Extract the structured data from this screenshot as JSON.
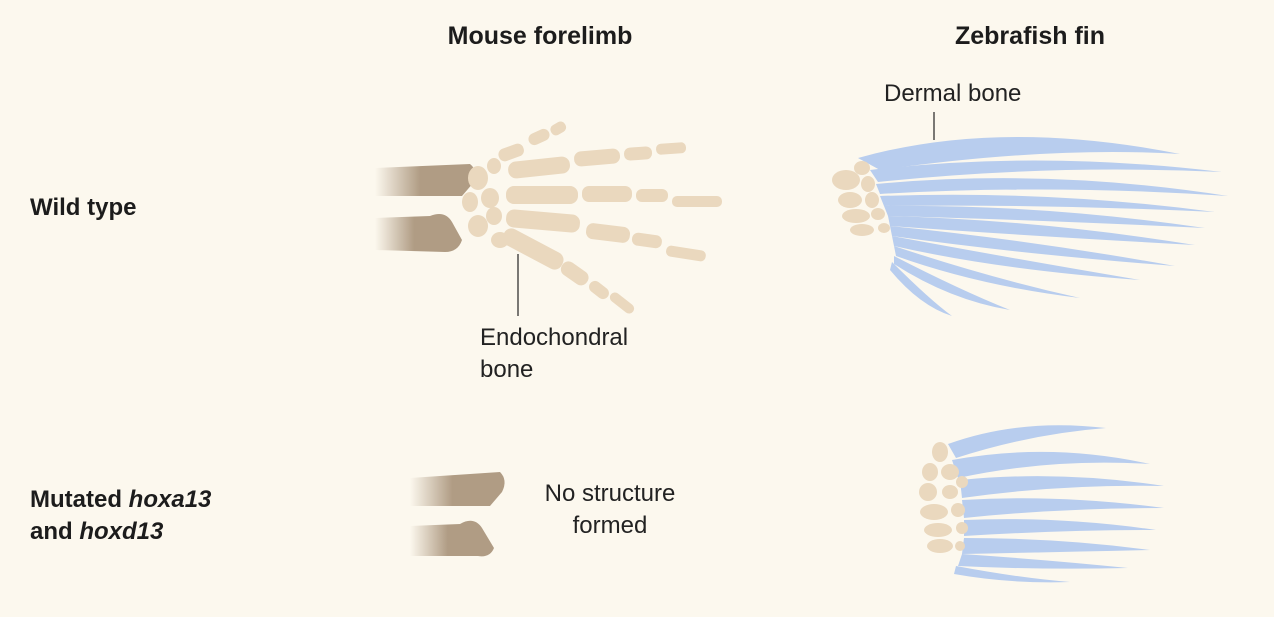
{
  "columns": {
    "mouse": "Mouse forelimb",
    "zebrafish": "Zebrafish fin"
  },
  "rows": {
    "wild_type": "Wild type",
    "mutated": {
      "prefix": "Mutated ",
      "gene1": "hoxa13",
      "line2_prefix": "and ",
      "gene2": "hoxd13"
    }
  },
  "annotations": {
    "dermal_bone": "Dermal bone",
    "endochondral_line1": "Endochondral",
    "endochondral_line2": "bone",
    "no_structure_line1": "No structure",
    "no_structure_line2": "formed"
  },
  "colors": {
    "background": "#fcf8ee",
    "endochondral_bone": "#ead8be",
    "long_bone": "#b09c84",
    "dermal_bone": "#b8cdee"
  }
}
